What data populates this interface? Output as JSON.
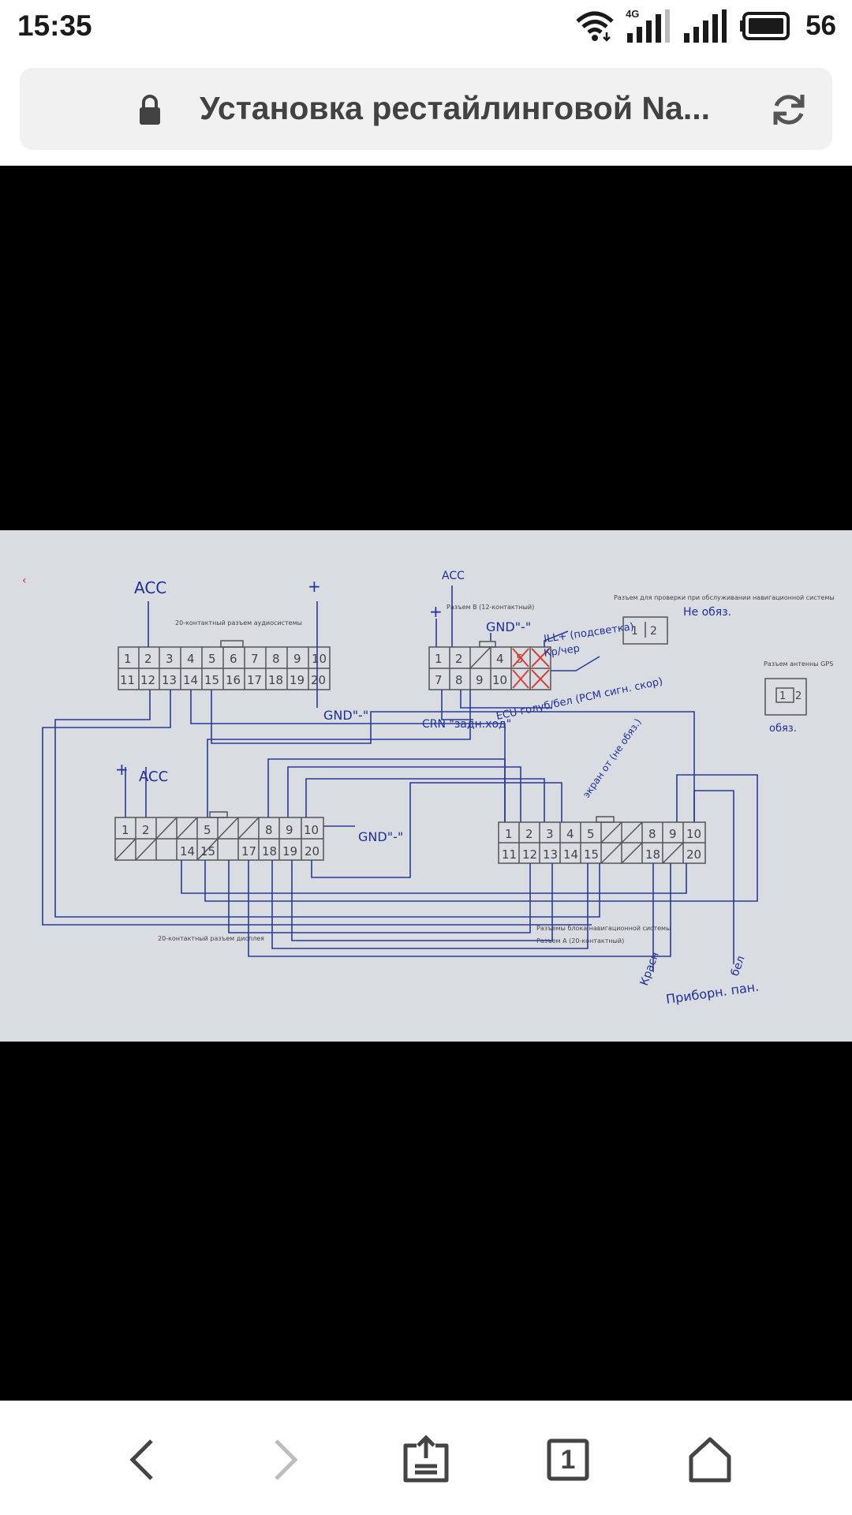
{
  "status_bar": {
    "time": "15:35",
    "network_type": "4G",
    "battery_level": "56",
    "icons": [
      "wifi-icon",
      "signal-icon",
      "signal-icon",
      "battery-icon"
    ]
  },
  "address_bar": {
    "title": "Установка рестайлинговой Na...",
    "icons": [
      "lock-icon",
      "reload-icon"
    ]
  },
  "diagram": {
    "audio_label": "20-контактный разъем аудиосистемы",
    "connector_b_label": "Разъем B (12-контактный)",
    "service_label": "Разъем для проверки при обслуживании навигационной системы",
    "gps_label": "Разъем антенны GPS",
    "display_label": "20-контактный разъем дисплея",
    "nav_unit_label": "Разъемы блока навигационной системы",
    "connector_a_label": "Разъем A (20-контактный)",
    "hand_acc": "ACC",
    "hand_plus": "+",
    "hand_gnd": "GND\"-\"",
    "hand_ill": "ILL+ (подсветка)",
    "hand_kp": "Кр/чер",
    "hand_ecu": "ECU голуб/бел (PCM сигн. скор)",
    "hand_crn": "CRN \"задн.ход\"",
    "hand_ne_obyaz": "Не обяз.",
    "hand_obyaz": "обяз.",
    "hand_ekran": "экран от (не обяз.)",
    "hand_krasn": "Красн",
    "hand_bel": "бел",
    "hand_pribory": "Приборн. пан."
  },
  "bottom_nav": {
    "tab_count": "1",
    "icons": [
      "back-icon",
      "forward-icon",
      "share-icon",
      "tabs-icon",
      "home-icon"
    ]
  }
}
